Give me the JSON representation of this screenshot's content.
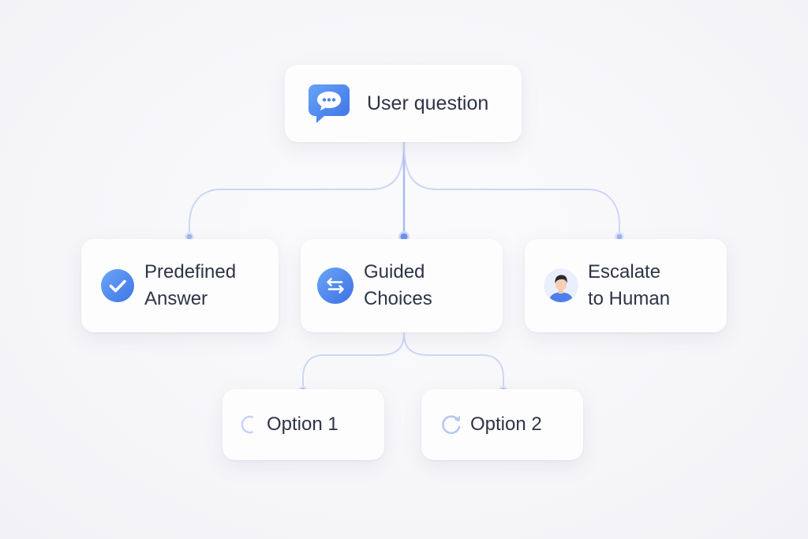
{
  "nodes": {
    "user_question": {
      "label": "User question",
      "icon": "chat-bubble-icon"
    },
    "predefined_answer": {
      "label": "Predefined\nAnswer",
      "icon": "checkmark-icon"
    },
    "guided_choices": {
      "label": "Guided\nChoices",
      "icon": "swap-arrows-icon"
    },
    "escalate_to_human": {
      "label": "Escalate\nto Human",
      "icon": "person-avatar-icon"
    },
    "option_1": {
      "label": "Option 1",
      "icon": "loading-ring-icon"
    },
    "option_2": {
      "label": "Option 2",
      "icon": "loading-ring-icon"
    }
  },
  "colors": {
    "accent": "#4a86ef",
    "connector": "#c9d3f4",
    "connector_strong": "#9fb4f0",
    "text": "#2e3446",
    "card": "#fdfdfe",
    "background": "#f6f6f9"
  }
}
